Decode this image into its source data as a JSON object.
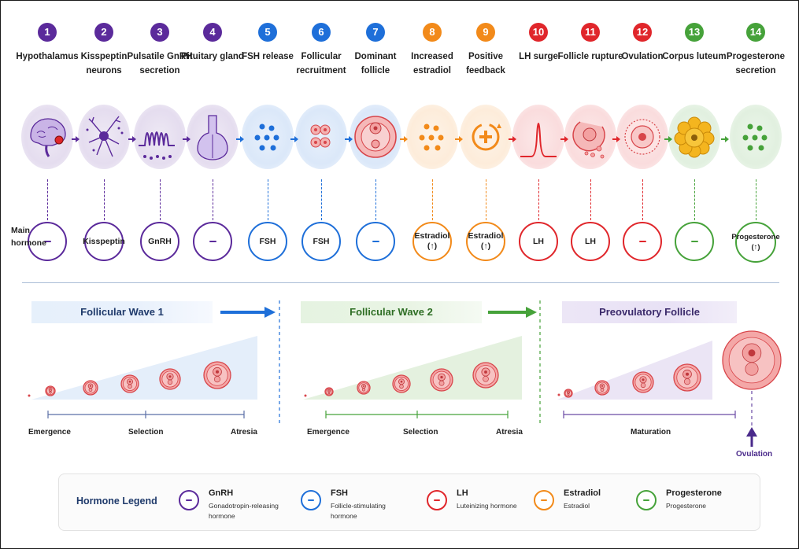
{
  "colors": {
    "purple": "#5b2a9b",
    "blue": "#1e6fd9",
    "orange": "#f28a1a",
    "red": "#e0262b",
    "green": "#46a23a",
    "navy": "#1f3a6b"
  },
  "main_hormone_label": "Main\nhormone",
  "steps": [
    {
      "num": "1",
      "label": "Hypothalamus",
      "hormone": "",
      "hormone_sub": "",
      "color": "purple",
      "icon": "brain-icon"
    },
    {
      "num": "2",
      "label": "Kisspeptin neurons",
      "hormone": "Kisspeptin",
      "hormone_sub": "",
      "color": "purple",
      "icon": "neuron-icon"
    },
    {
      "num": "3",
      "label": "Pulsatile GnRH secretion",
      "hormone": "GnRH",
      "hormone_sub": "",
      "color": "purple",
      "icon": "pulse-icon"
    },
    {
      "num": "4",
      "label": "Pituitary gland",
      "hormone": "",
      "hormone_sub": "",
      "color": "purple",
      "icon": "pituitary-icon"
    },
    {
      "num": "5",
      "label": "FSH release",
      "hormone": "FSH",
      "hormone_sub": "",
      "color": "blue",
      "icon": "dots-icon"
    },
    {
      "num": "6",
      "label": "Follicular recruitment",
      "hormone": "FSH",
      "hormone_sub": "",
      "color": "blue",
      "icon": "follicles-icon"
    },
    {
      "num": "7",
      "label": "Dominant follicle",
      "hormone": "",
      "hormone_sub": "",
      "color": "blue",
      "icon": "dominant-follicle-icon"
    },
    {
      "num": "8",
      "label": "Increased estradiol",
      "hormone": "Estradiol",
      "hormone_sub": "(↑)",
      "color": "orange",
      "icon": "dots-icon"
    },
    {
      "num": "9",
      "label": "Positive feedback",
      "hormone": "Estradiol",
      "hormone_sub": "(↑)",
      "color": "orange",
      "icon": "plus-cycle-icon"
    },
    {
      "num": "10",
      "label": "LH surge",
      "hormone": "LH",
      "hormone_sub": "",
      "color": "red",
      "icon": "peak-icon"
    },
    {
      "num": "11",
      "label": "Follicle rupture",
      "hormone": "LH",
      "hormone_sub": "",
      "color": "red",
      "icon": "rupture-icon"
    },
    {
      "num": "12",
      "label": "Ovulation",
      "hormone": "",
      "hormone_sub": "",
      "color": "red",
      "icon": "oocyte-icon"
    },
    {
      "num": "13",
      "label": "Corpus luteum",
      "hormone": "",
      "hormone_sub": "",
      "color": "green",
      "icon": "corpus-luteum-icon"
    },
    {
      "num": "14",
      "label": "Progesterone secretion",
      "hormone": "Progesterone",
      "hormone_sub": "(↑)",
      "color": "green",
      "icon": "dots-icon"
    }
  ],
  "waves": [
    {
      "title": "Follicular Wave 1",
      "color": "blue",
      "labels": [
        "Emergence",
        "Selection",
        "Atresia"
      ]
    },
    {
      "title": "Follicular Wave 2",
      "color": "green",
      "labels": [
        "Emergence",
        "Selection",
        "Atresia"
      ]
    },
    {
      "title": "Preovulatory Follicle",
      "color": "purple",
      "labels": [
        "Maturation"
      ],
      "end_label": "Ovulation"
    }
  ],
  "legend": {
    "title": "Hormone Legend",
    "items": [
      {
        "name": "GnRH",
        "desc": "Gonadotropin-releasing hormone",
        "color": "purple"
      },
      {
        "name": "FSH",
        "desc": "Follicle-stimulating hormone",
        "color": "blue"
      },
      {
        "name": "LH",
        "desc": "Luteinizing hormone",
        "color": "red"
      },
      {
        "name": "Estradiol",
        "desc": "Estradiol",
        "color": "orange"
      },
      {
        "name": "Progesterone",
        "desc": "Progesterone",
        "color": "green"
      }
    ]
  }
}
